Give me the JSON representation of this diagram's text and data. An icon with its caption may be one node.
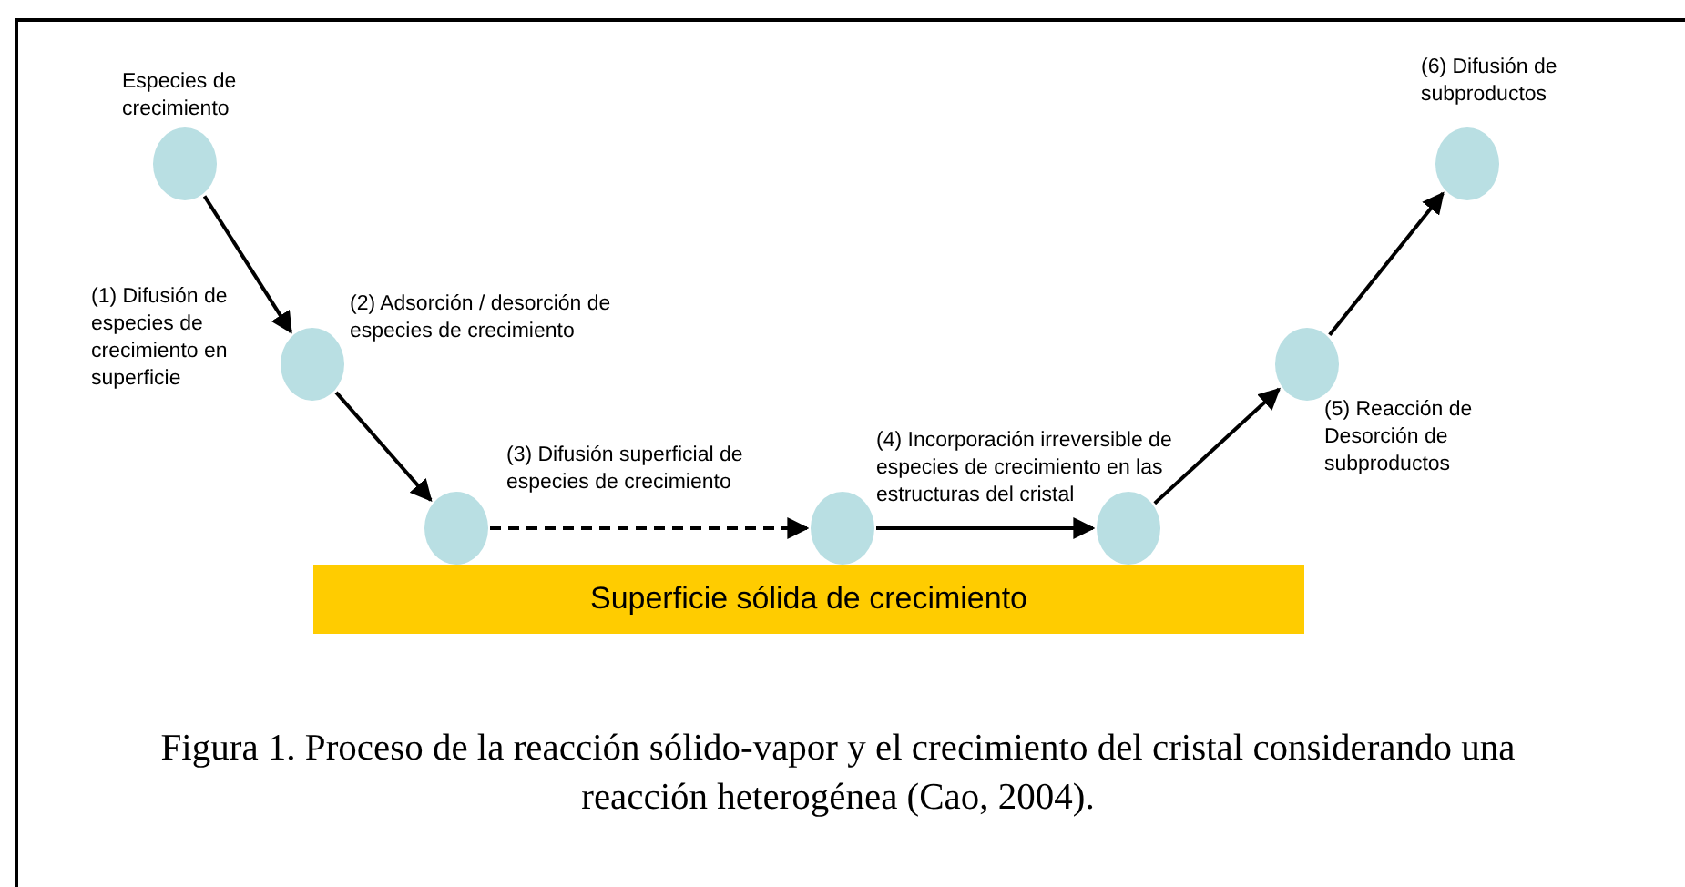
{
  "diagram": {
    "caption": "Figura 1. Proceso de la reacción sólido-vapor y el crecimiento del cristal considerando una reacción heterogénea (Cao, 2004).",
    "nodes": [
      {
        "text": [
          "Especies de crecimiento"
        ]
      },
      {
        "text": [
          "(2) Adsorción / desorción de especies de crecimiento"
        ]
      },
      {
        "text": [],
        "shape": "circle"
      },
      {
        "text": [],
        "shape": "circle"
      },
      {
        "text": [],
        "shape": "circle"
      },
      {
        "text": [
          "(5) Reacción de Desorción de subproductos"
        ]
      },
      {
        "text": [
          "(6) Difusión de subproductos"
        ]
      },
      {
        "text": [
          "Superficie sólida de crecimiento"
        ]
      }
    ],
    "edges": [
      {
        "from": 0,
        "to": 1,
        "arrow": "to",
        "label": "(1) Difusión de especies de crecimiento en superficie"
      },
      {
        "from": 1,
        "to": 2,
        "arrow": "to"
      },
      {
        "from": 2,
        "to": 3,
        "arrow": "to",
        "style": "dashed",
        "label": "(3) Difusión superficial de especies de crecimiento"
      },
      {
        "from": 3,
        "to": 4,
        "arrow": "to",
        "label": "(4) Incorporación irreversible de especies de crecimiento en las estructuras del cristal"
      },
      {
        "from": 4,
        "to": 5,
        "arrow": "to"
      },
      {
        "from": 5,
        "to": 6,
        "arrow": "to"
      }
    ]
  }
}
